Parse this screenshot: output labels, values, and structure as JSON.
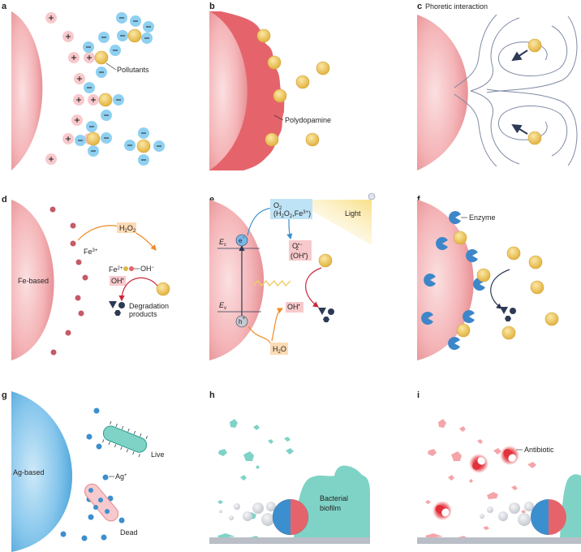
{
  "panels": {
    "a": {
      "letter": "a",
      "pollutants_label": "Pollutants",
      "plus": "+",
      "minus": "−"
    },
    "b": {
      "letter": "b",
      "polydopamine_label": "Polydopamine"
    },
    "c": {
      "letter": "c",
      "title": "Phoretic interaction"
    },
    "d": {
      "letter": "d",
      "particle_label": "Fe-based",
      "fe3": "Fe",
      "fe3_sup": "3+",
      "h2o2": "H",
      "h2o2_sub1": "2",
      "h2o2_o": "O",
      "h2o2_sub2": "2",
      "fe2": "Fe",
      "fe2_sup": "2+",
      "oh_minus": "OH",
      "oh_minus_sup": "−",
      "oh_radical": "OH",
      "oh_radical_sup": "•",
      "degradation": "Degradation",
      "products": "products"
    },
    "e": {
      "letter": "e",
      "light": "Light",
      "o2": "O",
      "o2_sub": "2",
      "o2_sources": "(H",
      "o2_src2": "O",
      "o2_src3": ",Fe",
      "o2_src_sup": "3+",
      "o2_src_end": ")",
      "superoxide": "O",
      "superoxide_sup": "•−",
      "superoxide_sub": "2",
      "oh_radical_paren": "(OH",
      "oh_radical_paren_sup": "•",
      "oh_radical_paren_end": ")",
      "ec": "E",
      "ec_sub": "c",
      "ev": "E",
      "ev_sub": "v",
      "electron": "e",
      "electron_sup": "−",
      "hole": "h",
      "hole_sup": "+",
      "oh_radical": "OH",
      "oh_radical_sup": "•",
      "h2o": "H",
      "h2o_sub": "2",
      "h2o_o": "O"
    },
    "f": {
      "letter": "f",
      "enzyme_label": "Enzyme"
    },
    "g": {
      "letter": "g",
      "particle_label": "Ag-based",
      "live_label": "Live",
      "ag_ion": "Ag",
      "ag_ion_sup": "+",
      "dead_label": "Dead"
    },
    "h": {
      "letter": "h",
      "biofilm_label_1": "Bacterial",
      "biofilm_label_2": "biofilm"
    },
    "i": {
      "letter": "i",
      "antibiotic_label": "Antibiotic"
    }
  },
  "colors": {
    "particle_pink": "#f2a5a8",
    "particle_blue": "#5fb3e3",
    "pollutant_gold": "#f1cd6a",
    "anion_blue": "#8fd0f1",
    "cation_pink": "#f7c9cc",
    "biofilm_teal": "#7fd3c6",
    "dark_navy": "#2d3a55",
    "substrate_gray": "#b9bec7"
  }
}
